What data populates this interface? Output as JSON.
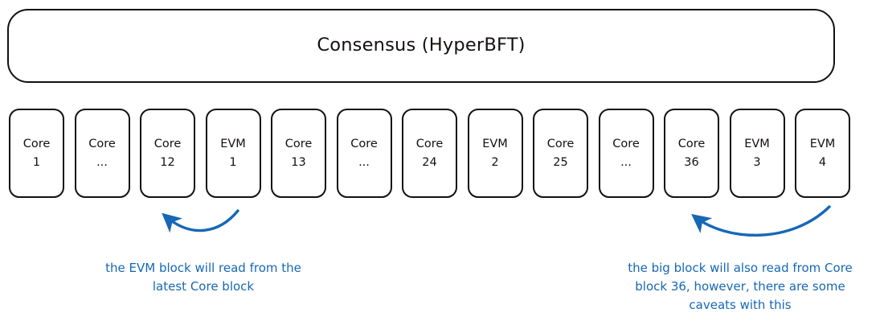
{
  "diagram": {
    "background_color": "#ffffff",
    "stroke_color": "#14100f",
    "accent_color": "#1668b5"
  },
  "consensus": {
    "title": "Consensus (HyperBFT)"
  },
  "blocks": [
    {
      "kind": "Core",
      "num": "1"
    },
    {
      "kind": "Core",
      "num": "..."
    },
    {
      "kind": "Core",
      "num": "12"
    },
    {
      "kind": "EVM",
      "num": "1"
    },
    {
      "kind": "Core",
      "num": "13"
    },
    {
      "kind": "Core",
      "num": "..."
    },
    {
      "kind": "Core",
      "num": "24"
    },
    {
      "kind": "EVM",
      "num": "2"
    },
    {
      "kind": "Core",
      "num": "25"
    },
    {
      "kind": "Core",
      "num": "..."
    },
    {
      "kind": "Core",
      "num": "36"
    },
    {
      "kind": "EVM",
      "num": "3"
    },
    {
      "kind": "EVM",
      "num": "4"
    }
  ],
  "annotations": {
    "left": {
      "color": "#1668b5",
      "lines": [
        "the EVM block will read from the",
        "latest Core block"
      ]
    },
    "right": {
      "color": "#1668b5",
      "lines": [
        "the big block will also read from Core",
        "block 36, however, there are some",
        "caveats with this"
      ]
    }
  },
  "arrows": [
    {
      "name": "left-arrow",
      "color": "#1668b5",
      "points_to_block_index": 2
    },
    {
      "name": "right-arrow",
      "color": "#1668b5",
      "points_to_block_index": 10
    }
  ]
}
